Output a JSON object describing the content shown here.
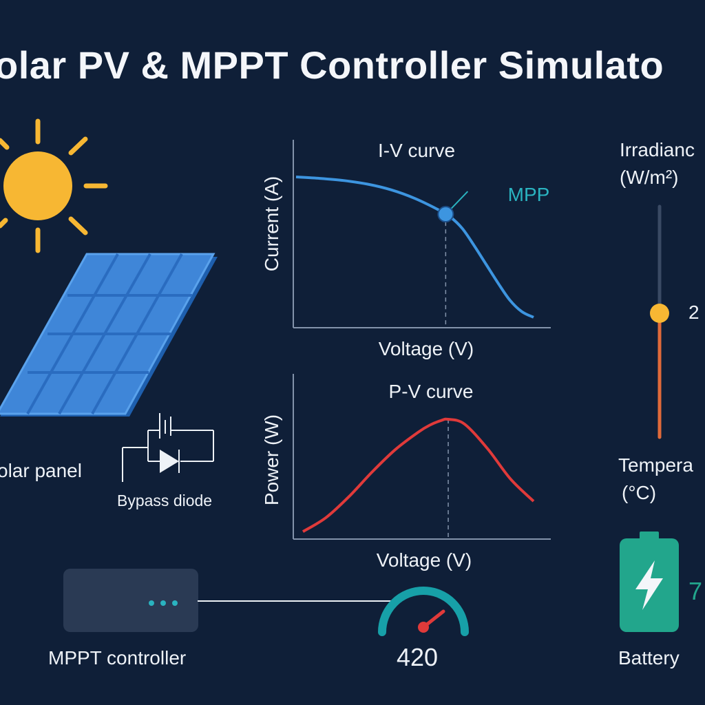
{
  "title": "olar PV & MPPT Controller Simulato",
  "panel": {
    "label": "olar panel",
    "diode_label": "Bypass diode"
  },
  "iv_chart": {
    "title": "I-V curve",
    "xlabel": "Voltage (V)",
    "ylabel": "Current (A)",
    "annotation": "MPP"
  },
  "pv_chart": {
    "title": "P-V curve",
    "xlabel": "Voltage (V)",
    "ylabel": "Power (W)"
  },
  "irradiance": {
    "label_line1": "Irradianc",
    "label_line2": "(W/m²)",
    "value_partial": "2"
  },
  "temperature": {
    "label_line1": "Tempera",
    "label_line2": "(°C)"
  },
  "controller": {
    "label": "MPPT controller",
    "gauge_value": "420"
  },
  "battery": {
    "label": "Battery",
    "value_partial": "7"
  },
  "colors": {
    "background": "#0f1f38",
    "iv_curve": "#3d95e0",
    "pv_curve": "#e03a3a",
    "mpp_annotation": "#2ab3c0",
    "sun": "#f7b733",
    "slider_fill": "#e06a3a",
    "battery": "#22a68c",
    "gauge": "#17a0a8"
  },
  "chart_data": [
    {
      "type": "line",
      "title": "I-V curve",
      "xlabel": "Voltage (V)",
      "ylabel": "Current (A)",
      "x": [
        0,
        0.1,
        0.2,
        0.3,
        0.4,
        0.5,
        0.6,
        0.65,
        0.7,
        0.75,
        0.8,
        0.85,
        0.9,
        0.95,
        1.0
      ],
      "y": [
        1.0,
        0.99,
        0.975,
        0.95,
        0.91,
        0.85,
        0.77,
        0.72,
        0.64,
        0.52,
        0.39,
        0.26,
        0.14,
        0.06,
        0.02
      ],
      "mpp_x": 0.63
    },
    {
      "type": "line",
      "title": "P-V curve",
      "xlabel": "Voltage (V)",
      "ylabel": "Power (W)",
      "x": [
        0,
        0.1,
        0.2,
        0.3,
        0.4,
        0.5,
        0.55,
        0.6,
        0.63,
        0.7,
        0.8,
        0.9,
        1.0
      ],
      "y": [
        0.04,
        0.16,
        0.34,
        0.55,
        0.74,
        0.89,
        0.95,
        0.99,
        1.0,
        0.96,
        0.75,
        0.49,
        0.3
      ],
      "mpp_x": 0.63
    }
  ]
}
